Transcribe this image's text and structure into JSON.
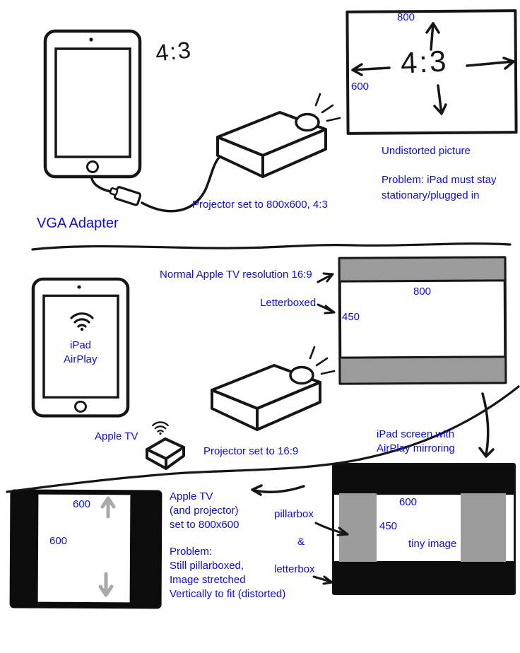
{
  "colors": {
    "label_blue": "#0b0bec",
    "ink_black": "#161616",
    "bar_gray": "#9b9b9b",
    "stretch_arrow_gray": "#a9a9a9"
  },
  "top": {
    "ipad_ratio": "4:3",
    "screen": {
      "width_label": "800",
      "height_label": "600",
      "ratio": "4:3"
    },
    "projector_caption": "Projector set to 800x600, 4:3",
    "vga_caption": "VGA Adapter",
    "result_line1": "Undistorted picture",
    "problem_line1": "Problem: iPad must stay",
    "problem_line2": "stationary/plugged in"
  },
  "middle": {
    "resolution_caption": "Normal Apple TV resolution 16:9",
    "letterbox_caption": "Letterboxed",
    "screen": {
      "width_label": "800",
      "height_label": "450"
    },
    "ipad_line1": "iPad",
    "ipad_line2": "AirPlay",
    "appletv_caption": "Apple TV",
    "projector_caption": "Projector set to 16:9",
    "mirror_line1": "iPad screen with",
    "mirror_line2": "AirPlay mirroring"
  },
  "bottom": {
    "left_screen": {
      "width_label": "600",
      "height_label": "600"
    },
    "settings_line1": "Apple TV",
    "settings_line2": "(and projector)",
    "settings_line3": "set to 800x600",
    "problem_line1": "Problem:",
    "problem_line2": "Still pillarboxed,",
    "problem_line3": "Image stretched",
    "problem_line4": "Vertically to fit (distorted)",
    "pillarbox_caption": "pillarbox",
    "ampersand": "&",
    "letterbox_caption": "letterbox",
    "right_screen": {
      "width_label": "600",
      "height_label": "450",
      "tiny_caption": "tiny image"
    }
  }
}
